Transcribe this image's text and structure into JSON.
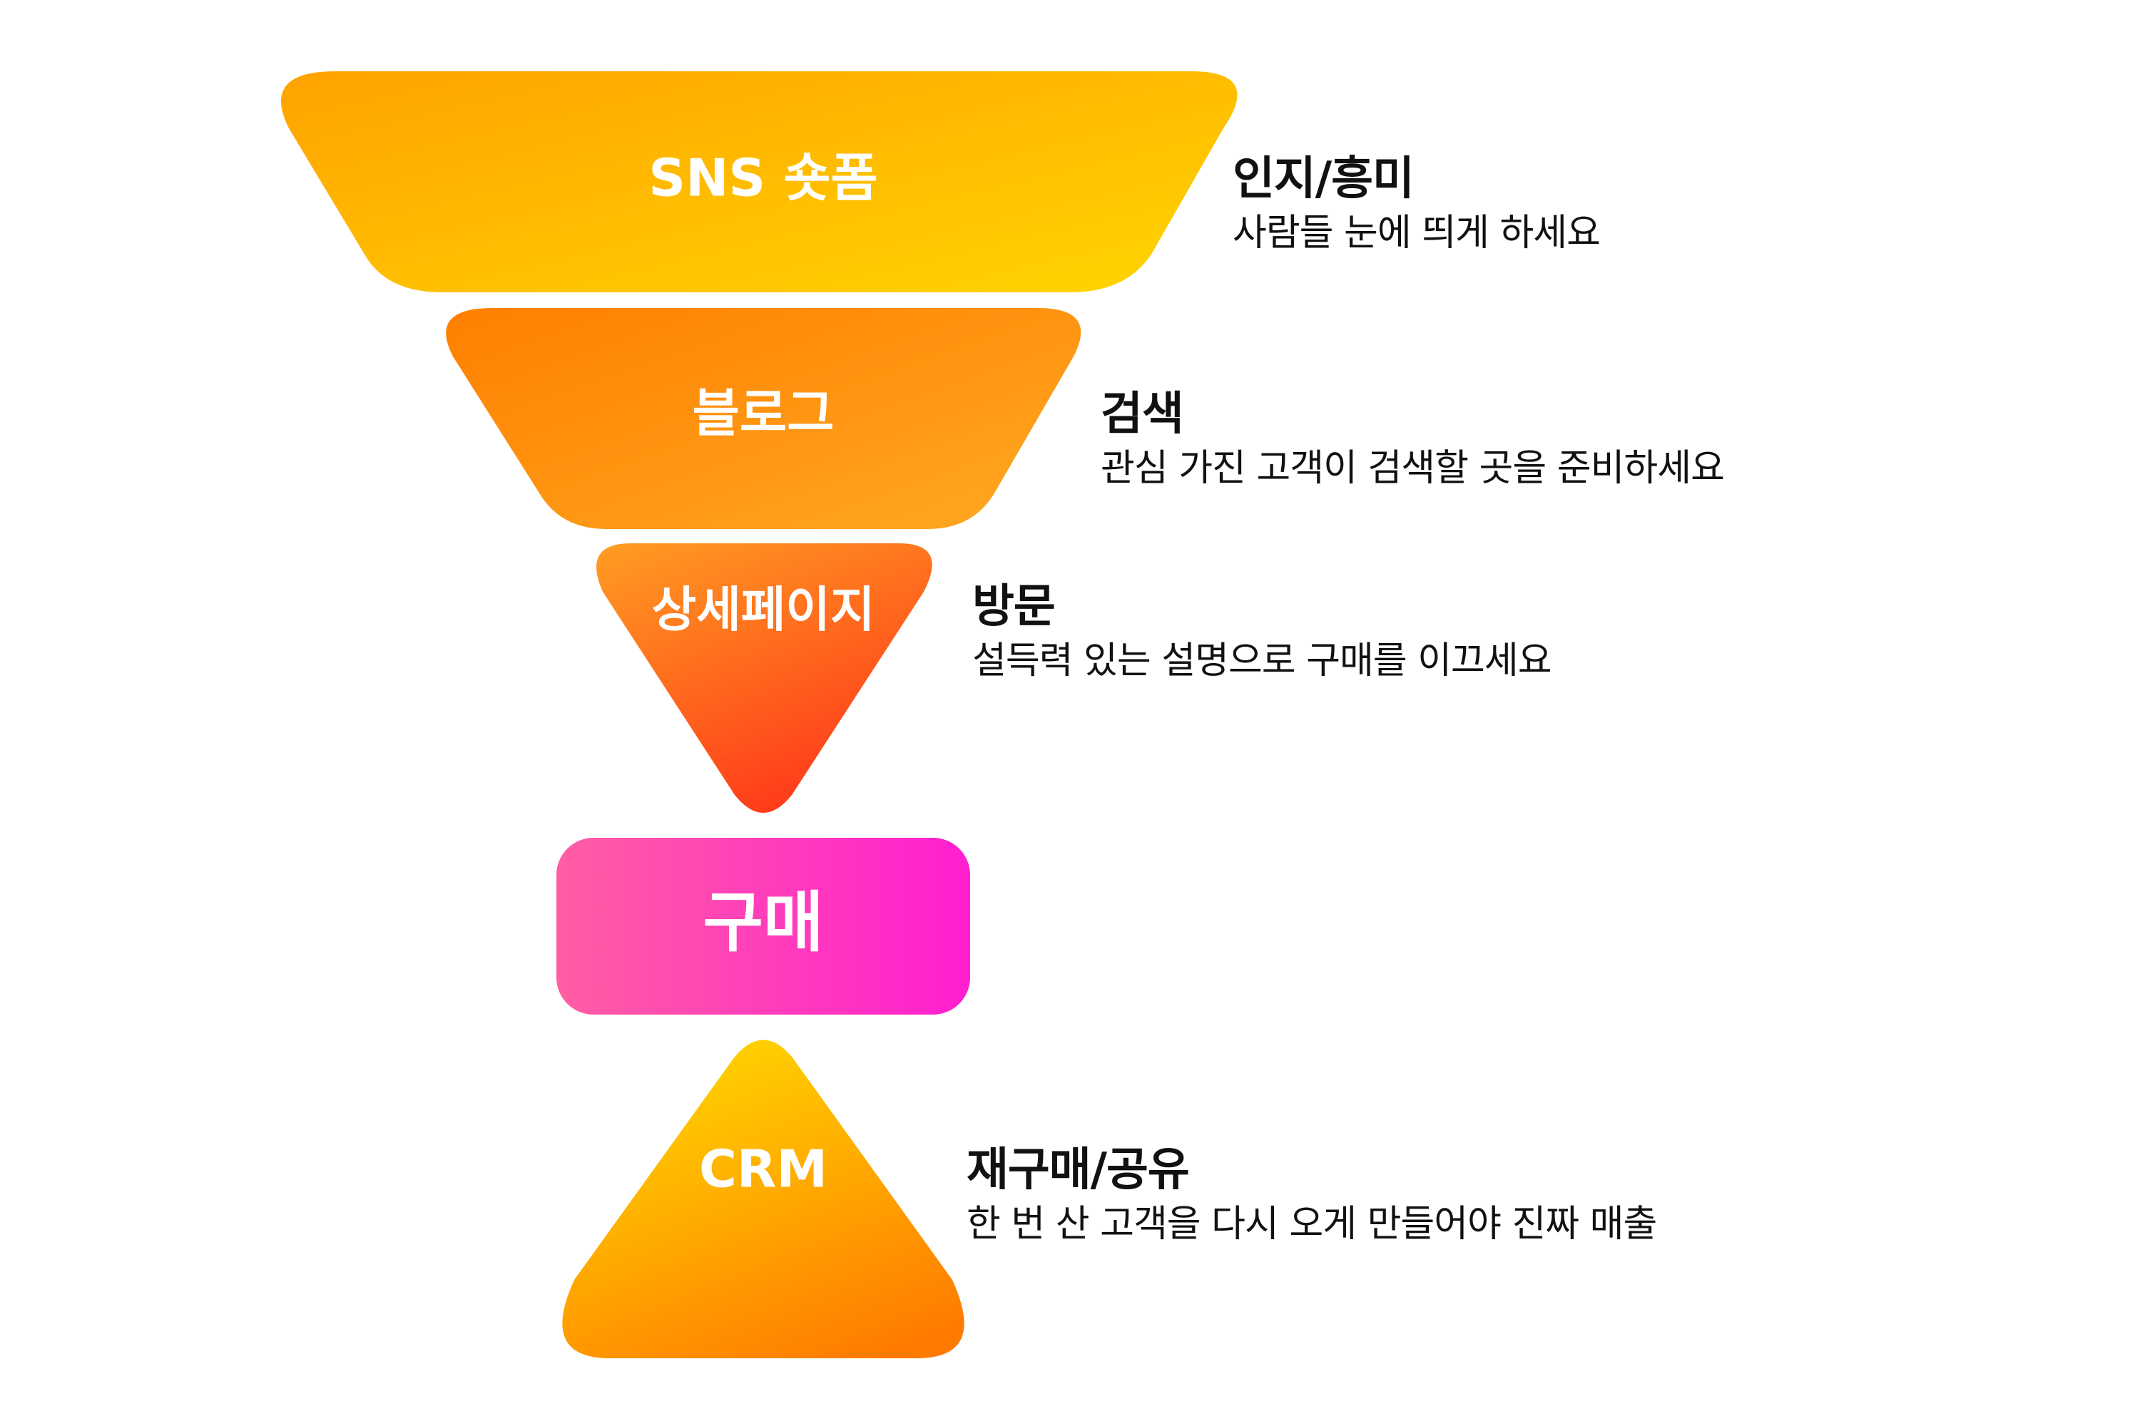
{
  "stages": [
    {
      "label": "SNS 숏폼",
      "title": "인지/흥미",
      "description": "사람들 눈에 띄게 하세요"
    },
    {
      "label": "블로그",
      "title": "검색",
      "description": "관심 가진 고객이 검색할 곳을 준비하세요"
    },
    {
      "label": "상세페이지",
      "title": "방문",
      "description": "설득력 있는 설명으로 구매를 이끄세요"
    },
    {
      "label": "구매"
    },
    {
      "label": "CRM",
      "title": "재구매/공유",
      "description": "한 번 산 고객을 다시 오게 만들어야 진짜 매출"
    }
  ],
  "colors": {
    "sns_gradient": [
      "#ffa200",
      "#ffd600"
    ],
    "blog_gradient": [
      "#ff7f00",
      "#ffa922"
    ],
    "detail_gradient": [
      "#ff9d22",
      "#ff3c1a"
    ],
    "purchase_gradient": [
      "#ff5ea3",
      "#ff1fd0"
    ],
    "crm_gradient": [
      "#ffd600",
      "#ff7a00"
    ]
  }
}
